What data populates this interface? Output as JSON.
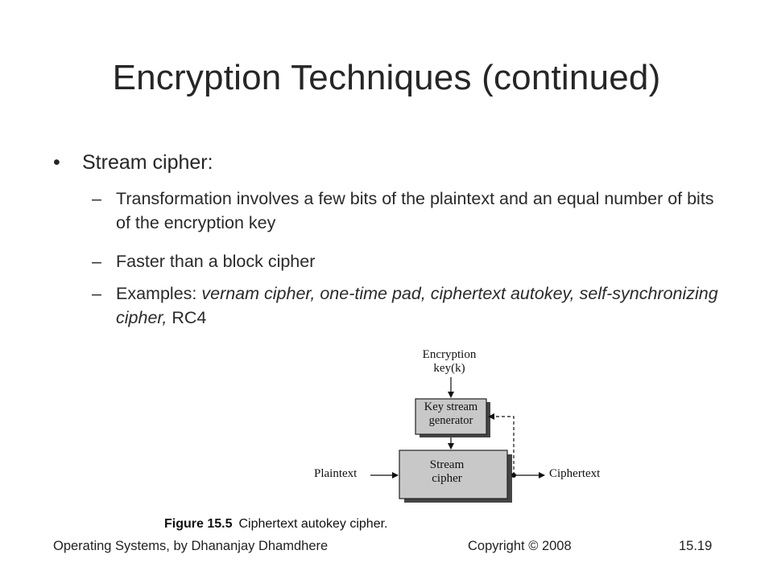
{
  "slide": {
    "title": "Encryption Techniques (continued)",
    "bullet": {
      "marker": "•",
      "text": "Stream cipher:"
    },
    "subbullets": {
      "dash": "–",
      "item1": "Transformation involves a few bits of the plaintext and an equal number of bits of the encryption key",
      "item2": "Faster than a block cipher",
      "item3": {
        "prefix": "Examples: ",
        "examples": "vernam cipher, one-time pad, ciphertext autokey, self-synchronizing cipher,",
        "suffix": " RC4"
      }
    }
  },
  "figure": {
    "encryption_key_line1": "Encryption",
    "encryption_key_line2": "key(k)",
    "key_stream_line1": "Key stream",
    "key_stream_line2": "generator",
    "stream_cipher_line1": "Stream",
    "stream_cipher_line2": "cipher",
    "plaintext": "Plaintext",
    "ciphertext": "Ciphertext",
    "caption_label": "Figure 15.5",
    "caption_text": "Ciphertext autokey cipher.",
    "box_color": "#c8c8c8"
  },
  "footer": {
    "left": "Operating Systems, by Dhananjay Dhamdhere",
    "center": "Copyright © 2008",
    "right": "15.19"
  }
}
